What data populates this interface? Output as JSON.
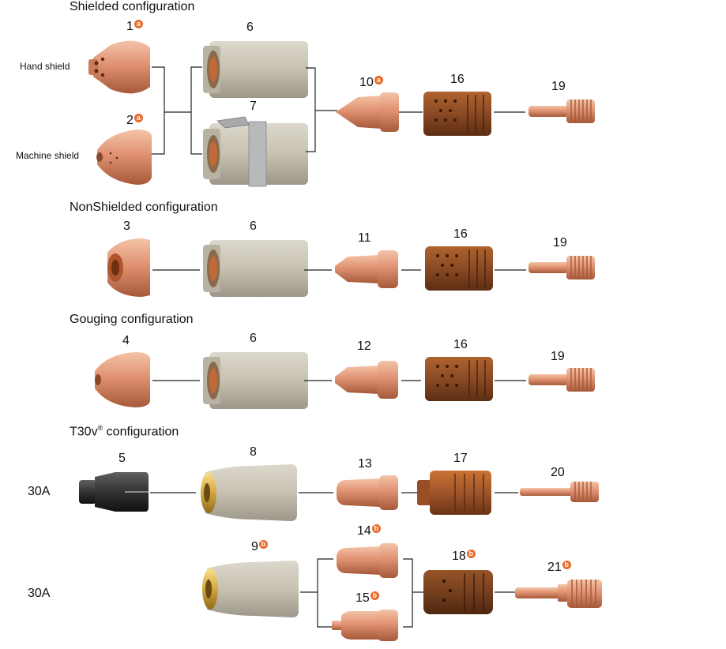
{
  "colors": {
    "copper": "#d88a66",
    "copper_dark": "#a65a3a",
    "copper_light": "#f2b89b",
    "retainer": "#c9c4b5",
    "retainer_dark": "#a29c8a",
    "swirl": "#8a4a24",
    "swirl_dark": "#5c2d12",
    "black_shield": "#2e2e2e",
    "badge_orange": "#e86a2a",
    "line": "#222222"
  },
  "sections": {
    "shielded": {
      "title": "Shielded configuration",
      "labels": {
        "hand_shield": "Hand shield",
        "machine_shield": "Machine shield"
      },
      "numbers": {
        "p1": "1",
        "p2": "2",
        "p6": "6",
        "p7": "7",
        "p10": "10",
        "p16": "16",
        "p19": "19"
      },
      "badges": {
        "p1": "a",
        "p2": "a",
        "p10": "a"
      }
    },
    "nonshielded": {
      "title": "NonShielded configuration",
      "numbers": {
        "p3": "3",
        "p6": "6",
        "p11": "11",
        "p16": "16",
        "p19": "19"
      }
    },
    "gouging": {
      "title": "Gouging configuration",
      "numbers": {
        "p4": "4",
        "p6": "6",
        "p12": "12",
        "p16": "16",
        "p19": "19"
      }
    },
    "t30v": {
      "title_prefix": "T30v",
      "title_sup": "®",
      "title_suffix": " configuration",
      "row1_label": "30A",
      "row2_label": "30A",
      "numbers": {
        "p5": "5",
        "p8": "8",
        "p13": "13",
        "p17": "17",
        "p20": "20",
        "p9": "9",
        "p14": "14",
        "p15": "15",
        "p18": "18",
        "p21": "21"
      },
      "badges": {
        "p9": "b",
        "p14": "b",
        "p15": "b",
        "p18": "b",
        "p21": "b"
      }
    }
  }
}
